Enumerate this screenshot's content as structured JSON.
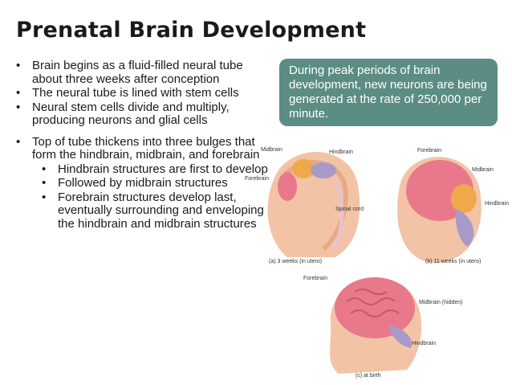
{
  "title": "Prenatal Brain Development",
  "bullets": [
    "Brain begins as a fluid-filled neural tube about three weeks after conception",
    "The neural tube is lined with stem cells",
    "Neural stem cells divide and multiply, producing neurons and glial cells",
    "Top of tube thickens into three bulges that form the hindbrain, midbrain, and forebrain"
  ],
  "sub_bullets": [
    "Hindbrain structures are first to develop",
    "Followed by midbrain structures",
    "Forebrain structures develop last, eventually surrounding and enveloping the hindbrain and midbrain structures"
  ],
  "callout": "During peak periods of brain development, new neurons are being generated at the rate of 250,000 per minute.",
  "figure": {
    "a": {
      "labels": {
        "midbrain": "Midbrain",
        "hindbrain": "Hindbrain",
        "forebrain": "Forebrain",
        "spinal_cord": "Spinal cord"
      },
      "caption": "(a) 3 weeks (in utero)"
    },
    "b": {
      "labels": {
        "forebrain": "Forebrain",
        "midbrain": "Midbrain",
        "hindbrain": "Hindbrain"
      },
      "caption": "(b) 11 weeks (in utero)"
    },
    "c": {
      "labels": {
        "forebrain": "Forebrain",
        "midbrain": "Midbrain (hidden)",
        "hindbrain": "Hindbrain"
      },
      "caption": "(c) at birth"
    }
  },
  "colors": {
    "callout_bg": "#5b8d84",
    "skin": "#f3c3a6",
    "brain_pink": "#e8788a",
    "midbrain_orange": "#f0a94a",
    "hindbrain_purple": "#a79ac8"
  }
}
